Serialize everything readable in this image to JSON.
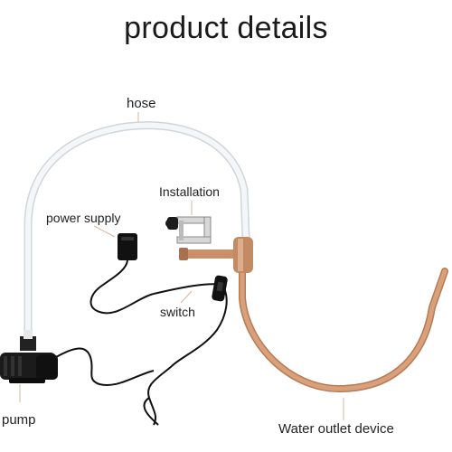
{
  "title": "product details",
  "labels": {
    "hose": "hose",
    "installation": "Installation",
    "power_supply": "power supply",
    "switch": "switch",
    "pump": "pump",
    "water_outlet": "Water outlet device"
  },
  "colors": {
    "hose": "#eef2f5",
    "copper_pipe": "#c9906a",
    "cable": "#111111",
    "leader_line": "#d9b49a",
    "pump_body": "#1b1b1b"
  }
}
